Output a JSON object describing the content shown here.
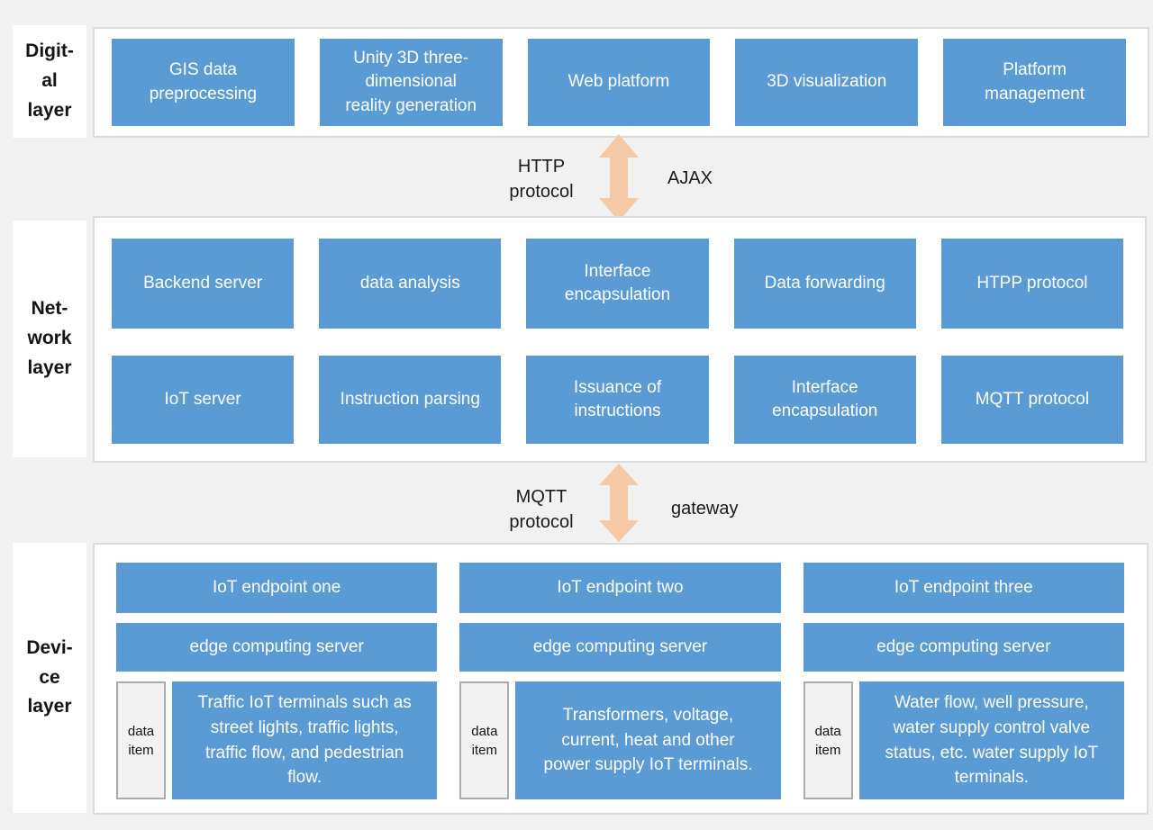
{
  "colors": {
    "box_blue": "#5B9BD5",
    "box_text": "#FFFFFF",
    "arrow_peach": "#F5C9A6",
    "panel_bg": "#FFFFFF",
    "panel_border": "#DBDBDB",
    "page_bg": "#F1F1F2",
    "data_item_bg": "#F2F2F2",
    "data_item_border": "#ABABAB",
    "label_text": "#141414"
  },
  "digital_layer": {
    "label": "Digit-\nal\nlayer",
    "boxes": [
      "GIS data\npreprocessing",
      "Unity 3D three-\ndimensional\nreality generation",
      "Web platform",
      "3D visualization",
      "Platform\nmanagement"
    ]
  },
  "connector_top": {
    "left_label": "HTTP\nprotocol",
    "right_label": "AJAX"
  },
  "network_layer": {
    "label": "Net-\nwork\nlayer",
    "row1": [
      "Backend server",
      "data analysis",
      "Interface\nencapsulation",
      "Data forwarding",
      "HTPP protocol"
    ],
    "row2": [
      "IoT server",
      "Instruction parsing",
      "Issuance of\ninstructions",
      "Interface\nencapsulation",
      "MQTT protocol"
    ]
  },
  "connector_bottom": {
    "left_label": "MQTT\nprotocol",
    "right_label": "gateway"
  },
  "device_layer": {
    "label": "Devi-\nce\nlayer",
    "endpoints": [
      {
        "title": "IoT endpoint one",
        "server": "edge computing server",
        "data_item": "data item",
        "description": "Traffic IoT terminals such as\nstreet lights, traffic lights,\ntraffic flow, and pedestrian\nflow."
      },
      {
        "title": "IoT endpoint two",
        "server": "edge computing server",
        "data_item": "data item",
        "description": "Transformers, voltage,\ncurrent, heat and other\npower supply IoT terminals."
      },
      {
        "title": "IoT endpoint three",
        "server": "edge computing server",
        "data_item": "data item",
        "description": "Water flow, well pressure,\nwater supply control valve\nstatus, etc. water supply IoT\nterminals."
      }
    ]
  }
}
